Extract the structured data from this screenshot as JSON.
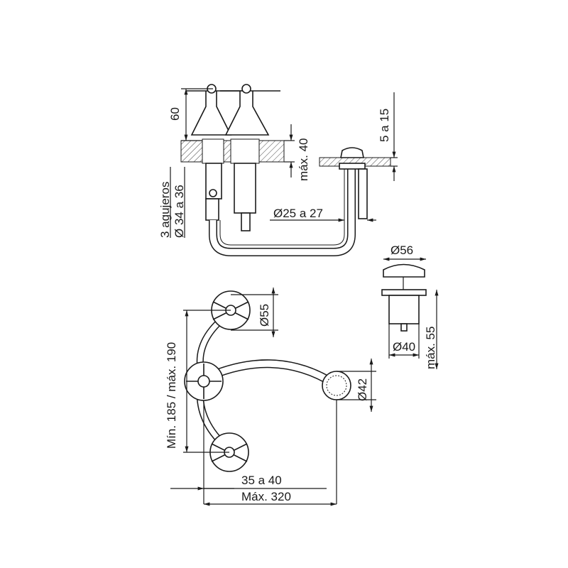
{
  "title": "Technical drawing of three-hole bidet/basin mixer with pop-up waste",
  "dimensions": {
    "handle_height": "60",
    "max_deck": "máx. 40",
    "waste_deck": "5 a 15",
    "holes_count": "3 agujeros",
    "holes_diameter": "Ø 34 a 36",
    "pipe_diameter": "Ø25 a 27",
    "waste_top_diameter": "Ø56",
    "handle_diameter": "Ø55",
    "waste_max_height": "máx. 55",
    "waste_body_diameter": "Ø40",
    "spacing": "Mín. 185 / máx. 190",
    "outlet_diameter": "Ø42",
    "offset": "35 a 40",
    "max_width": "Máx. 320"
  }
}
